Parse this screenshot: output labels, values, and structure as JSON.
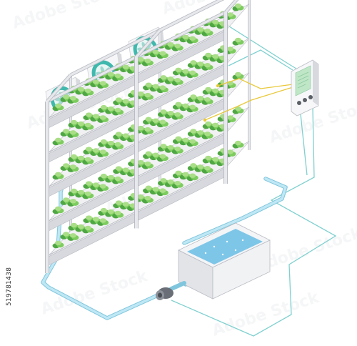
{
  "stock_id": "519781438",
  "watermark_text": "Adobe Stock",
  "colors": {
    "frame": "#e7e8ec",
    "frame_edge": "#b9bcc4",
    "tray": "#f1f1f3",
    "tray_side": "#d8d9de",
    "leaf": "#7ccc5e",
    "leaf_dark": "#4fa743",
    "leaf_light": "#a9de86",
    "pipe": "#a9ddef",
    "pipe_edge": "#7fc6dd",
    "wire_teal": "#7fd0cf",
    "wire_yellow": "#e9c93a",
    "fan_ring": "#3fb9ad",
    "panel": "#e9eaee",
    "screen": "#bfe6c6",
    "water": "#7ec6e8",
    "pump": "#7c8088"
  },
  "components": {
    "fans": [
      "fan-left",
      "fan-middle",
      "fan-right"
    ],
    "rack": "hydroponic-rack",
    "controller": "control-panel",
    "tank": "water-tank",
    "pump": "water-pump"
  }
}
